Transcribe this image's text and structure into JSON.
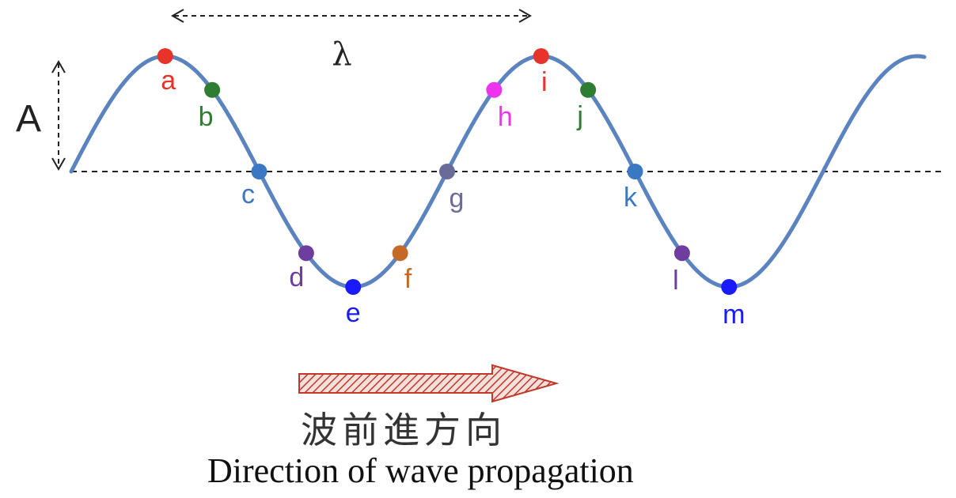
{
  "labels": {
    "amplitude": "A",
    "wavelength": "λ",
    "direction_zh": "波前進方向",
    "direction_en": "Direction of wave propagation"
  },
  "points": [
    {
      "name": "a",
      "phase": 0.25,
      "color": "#e8332a"
    },
    {
      "name": "b",
      "phase": 0.375,
      "color": "#2e7d32"
    },
    {
      "name": "c",
      "phase": 0.5,
      "color": "#3a78c3"
    },
    {
      "name": "d",
      "phase": 0.625,
      "color": "#6f3d9e"
    },
    {
      "name": "e",
      "phase": 0.75,
      "color": "#1a1aff"
    },
    {
      "name": "f",
      "phase": 0.875,
      "color": "#c56a26"
    },
    {
      "name": "g",
      "phase": 1.0,
      "color": "#6b6b9a"
    },
    {
      "name": "h",
      "phase": 1.125,
      "color": "#ee33ee"
    },
    {
      "name": "i",
      "phase": 1.25,
      "color": "#e8332a"
    },
    {
      "name": "j",
      "phase": 1.375,
      "color": "#2e7d32"
    },
    {
      "name": "k",
      "phase": 1.5,
      "color": "#3a78c3"
    },
    {
      "name": "l",
      "phase": 1.625,
      "color": "#6f3d9e"
    },
    {
      "name": "m",
      "phase": 1.75,
      "color": "#1a1aff"
    }
  ],
  "colors": {
    "wave": "#5b83bf",
    "arrow_fill": "#f3d6d2",
    "arrow_hatch": "#c0392b"
  }
}
